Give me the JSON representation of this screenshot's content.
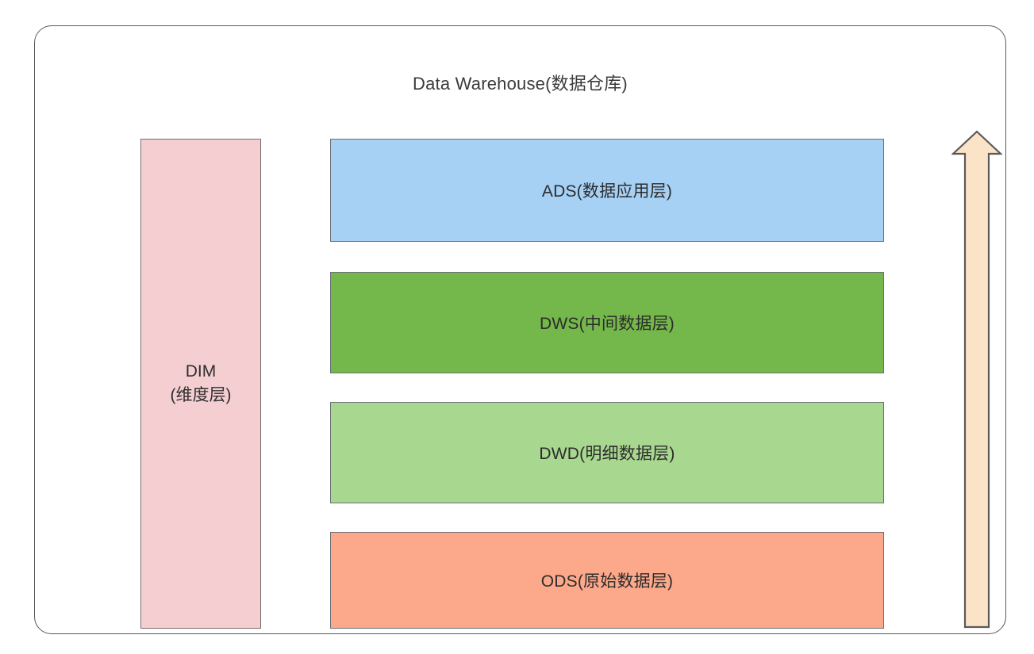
{
  "diagram": {
    "title": "Data Warehouse(数据仓库)",
    "dimension_box": {
      "name": "DIM",
      "subtitle": "(维度层)",
      "color": "#f5ced2"
    },
    "layers": [
      {
        "id": "ads",
        "label": "ADS(数据应用层)",
        "color": "#a6d1f5"
      },
      {
        "id": "dws",
        "label": "DWS(中间数据层)",
        "color": "#74b74a"
      },
      {
        "id": "dwd",
        "label": "DWD(明细数据层)",
        "color": "#a8d78f"
      },
      {
        "id": "ods",
        "label": "ODS(原始数据层)",
        "color": "#fca88a"
      }
    ],
    "flow_arrow": {
      "direction": "up",
      "fill_color": "#fbe3c8",
      "stroke_color": "#5a5a5a"
    },
    "container": {
      "border_color": "#555a5e",
      "background": "#ffffff"
    }
  }
}
